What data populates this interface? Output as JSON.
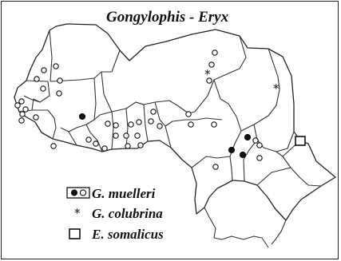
{
  "map": {
    "title": "Gongylophis - Eryx"
  },
  "legend": {
    "items": [
      {
        "label": "G. muelleri",
        "symbol": "filled-and-open-circle"
      },
      {
        "label": "G. colubrina",
        "symbol": "asterisk"
      },
      {
        "label": "E. somalicus",
        "symbol": "open-square"
      }
    ]
  },
  "icons": {
    "asterisk": "*"
  }
}
